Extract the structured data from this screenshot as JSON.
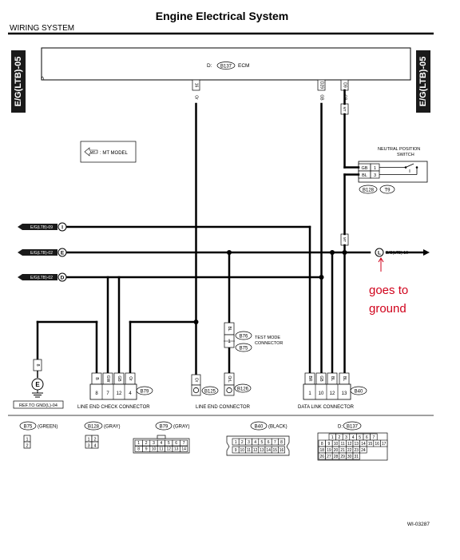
{
  "header": {
    "title": "Engine Electrical System",
    "section": "WIRING SYSTEM"
  },
  "side_tabs": {
    "left": "E/G(LTB)-05",
    "right": "E/G(LTB)-05"
  },
  "ecm": {
    "label_prefix": "D:",
    "connector": "B137",
    "label_suffix": "ECM",
    "pins": [
      "16",
      "D29",
      "D9"
    ],
    "wire_colors": [
      "Or",
      "GB",
      "GB"
    ]
  },
  "mt_model": {
    "mt": "MT",
    "text": ": MT MODEL"
  },
  "neutral_switch": {
    "title": "NEUTRAL POSITION SWITCH",
    "rows": [
      {
        "color": "GB",
        "pin": "1"
      },
      {
        "color": "BL",
        "pin": "3"
      }
    ],
    "connector": "B128",
    "terminal": "T9"
  },
  "mt_marks": [
    "MT",
    "MT"
  ],
  "off_page_refs": [
    {
      "text": "E/G(LTB)-09",
      "letter": "I"
    },
    {
      "text": "E/G(LTB)-02",
      "letter": "E"
    },
    {
      "text": "E/G(LTB)-02",
      "letter": "D"
    }
  ],
  "ground_ref": {
    "letter": "L",
    "text": "E/G(LTB)-10"
  },
  "annotation": {
    "line1": "goes to",
    "line2": "ground",
    "color": "#d0021b"
  },
  "ground": {
    "pin": "8",
    "letter": "E",
    "ref": "REF.TO GND(L)-04"
  },
  "line_end_check": {
    "label": "LINE END CHECK CONNECTOR",
    "connector": "B79",
    "colors": [
      "B",
      "GW",
      "GB",
      "Or"
    ],
    "pins": [
      "8",
      "7",
      "12",
      "4"
    ]
  },
  "line_end": {
    "label": "LINE END CONNECTOR",
    "b125": {
      "color": "Or",
      "connector": "B125"
    },
    "b126": {
      "color": "OrL",
      "connector": "B126"
    }
  },
  "test_mode": {
    "b76": "B76",
    "b75": "B75",
    "pin": "1",
    "color": "BL",
    "label1": "TEST MODE",
    "label2": "CONNECTOR"
  },
  "data_link": {
    "label": "DATA LINK CONNECTOR",
    "connector": "B40",
    "colors": [
      "BR",
      "GB",
      "BL",
      "BL"
    ],
    "pins": [
      "1",
      "10",
      "12",
      "13"
    ]
  },
  "legend": {
    "b75": {
      "name": "B75",
      "color": "(GREEN)",
      "pins": [
        "1",
        "2"
      ]
    },
    "b128": {
      "name": "B128",
      "color": "(GRAY)",
      "pins": [
        "1",
        "2",
        "3",
        "4"
      ]
    },
    "b79": {
      "name": "B79",
      "color": "(GRAY)",
      "pins_top": [
        "1",
        "2",
        "3",
        "4",
        "5",
        "6",
        "7"
      ],
      "pins_bottom": [
        "8",
        "9",
        "10",
        "11",
        "12",
        "13",
        "14"
      ]
    },
    "b40": {
      "name": "B40",
      "color": "(BLACK)",
      "pins_top": [
        "1",
        "2",
        "3",
        "4",
        "5",
        "6",
        "7",
        "8"
      ],
      "pins_bottom": [
        "9",
        "10",
        "11",
        "12",
        "13",
        "14",
        "15",
        "16"
      ]
    },
    "d137": {
      "prefix": "D:",
      "name": "B137",
      "rows": [
        [
          "1",
          "2",
          "3",
          "4",
          "5",
          "6",
          "7"
        ],
        [
          "8",
          "9",
          "10",
          "11",
          "12",
          "13",
          "14",
          "15",
          "16",
          "17"
        ],
        [
          "18",
          "19",
          "20",
          "21",
          "22",
          "23",
          "24"
        ],
        [
          "26",
          "27",
          "28",
          "29",
          "30",
          "31"
        ]
      ]
    }
  },
  "footer": {
    "code": "WI-03287"
  }
}
